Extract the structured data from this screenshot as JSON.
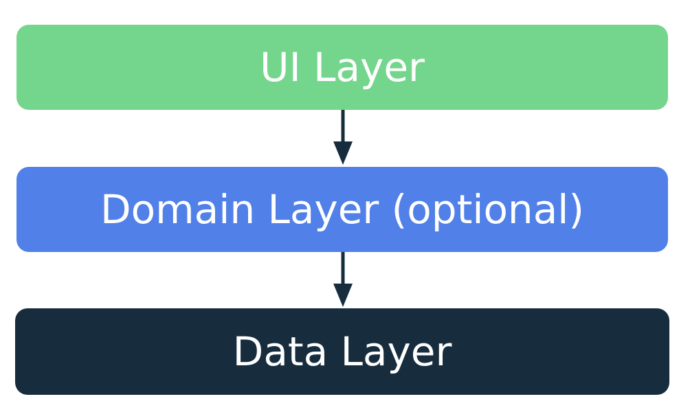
{
  "layers": {
    "ui": {
      "label": "UI Layer",
      "color": "#74d68c"
    },
    "domain": {
      "label": "Domain Layer (optional)",
      "color": "#5181e8"
    },
    "data": {
      "label": "Data Layer",
      "color": "#172d3e"
    }
  },
  "arrow_color": "#172d3e"
}
